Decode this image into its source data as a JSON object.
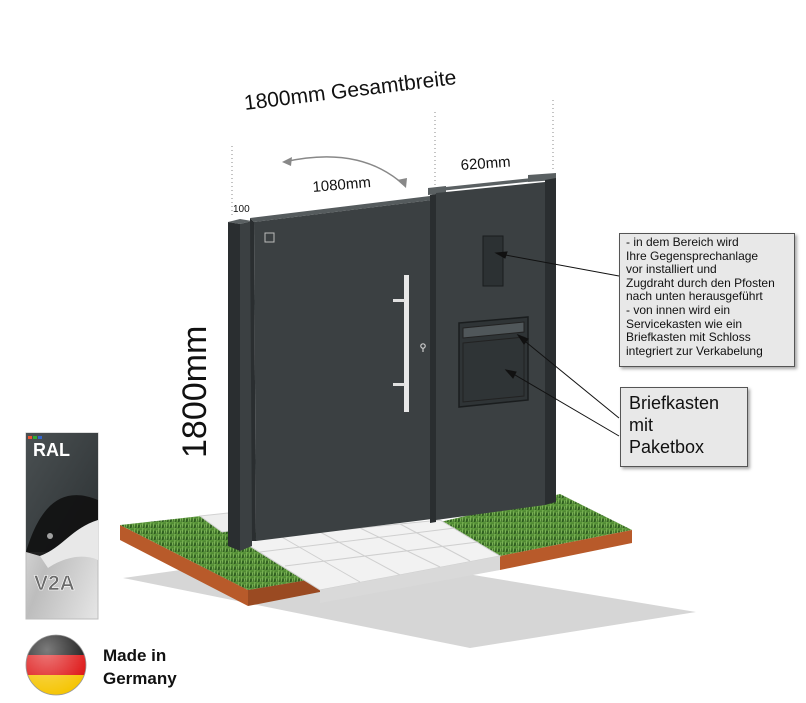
{
  "dimensions": {
    "total_width": "1800mm Gesamtbreite",
    "door_width": "1080mm",
    "panel_width": "620mm",
    "post_width": "100",
    "height": "1800mm"
  },
  "note": {
    "lines": [
      "- in dem Bereich wird",
      "Ihre Gegensprechanlage",
      "vor installiert und",
      "Zugdraht durch den Pfosten",
      "nach unten herausgeführt",
      "- von innen wird ein",
      "Servicekasten wie ein",
      "Briefkasten mit Schloss",
      "integriert zur Verkabelung"
    ]
  },
  "mailbox_label": {
    "lines": [
      "Briefkasten",
      "mit",
      "Paketbox"
    ]
  },
  "badges": {
    "ral": "RAL",
    "v2a": "V2A"
  },
  "made_in": {
    "line1": "Made in",
    "line2": "Germany"
  },
  "colors": {
    "door": "#3b4042",
    "grass": "#3f7a2a",
    "soil": "#b85a2a",
    "tiles": "#f2f2f2",
    "flag_black": "#111111",
    "flag_red": "#dd1111",
    "flag_gold": "#f5c400"
  }
}
